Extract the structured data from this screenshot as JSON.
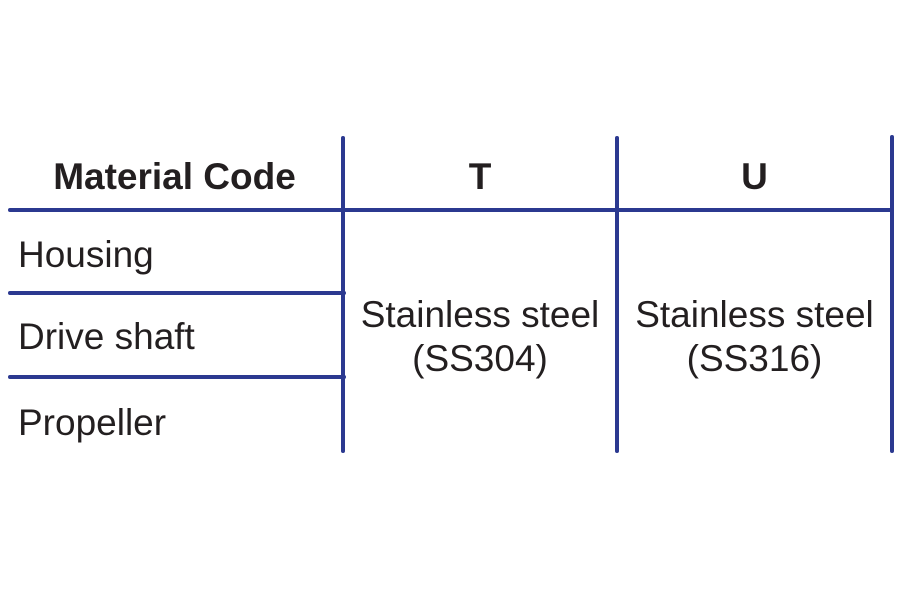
{
  "table": {
    "header": {
      "material_code": "Material Code",
      "col_t": "T",
      "col_u": "U"
    },
    "rows": [
      "Housing",
      "Drive shaft",
      "Propeller"
    ],
    "cells": {
      "t": {
        "line1": "Stainless steel",
        "line2": "(SS304)"
      },
      "u": {
        "line1": "Stainless steel",
        "line2": "(SS316)"
      }
    },
    "colors": {
      "rule": "#2B3990",
      "text": "#231F20"
    }
  }
}
